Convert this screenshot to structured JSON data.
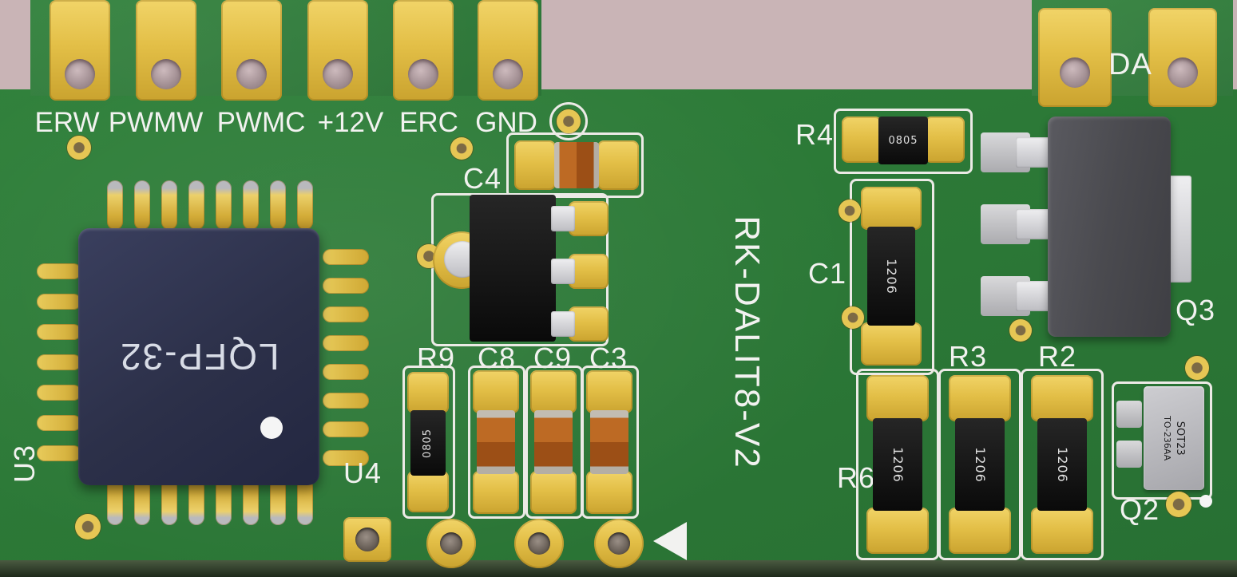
{
  "board": {
    "model": "RK-DALIT8-V2",
    "connector_labels": [
      "ERW",
      "PWMW",
      "PWMC",
      "+12V",
      "ERC",
      "GND"
    ],
    "aux_connector_label": "DA",
    "components": {
      "u3": {
        "ref": "U3",
        "marking": "LQFP-32"
      },
      "u4": {
        "ref": "U4"
      },
      "c4": {
        "ref": "C4"
      },
      "r9": {
        "ref": "R9",
        "marking": "0805"
      },
      "c8": {
        "ref": "C8"
      },
      "c9": {
        "ref": "C9"
      },
      "c3": {
        "ref": "C3"
      },
      "r4": {
        "ref": "R4",
        "marking": "0805"
      },
      "c1": {
        "ref": "C1",
        "marking": "1206"
      },
      "q3": {
        "ref": "Q3"
      },
      "r3": {
        "ref": "R3",
        "marking": "1206"
      },
      "r2": {
        "ref": "R2",
        "marking": "1206"
      },
      "r6": {
        "ref": "R6",
        "marking": "1206"
      },
      "q2": {
        "ref": "Q2",
        "marking_line1": "SOT23",
        "marking_line2": "TO-236AA"
      }
    },
    "colors": {
      "background": "#c9b4b6",
      "solder_mask": "#2d7b38",
      "pad_gold": "#e2bf4a",
      "silkscreen": "#f2f2f0",
      "ic_body": "#2e3250",
      "smd_black": "#0d0d0d",
      "capacitor_orange": "#b55f1f",
      "metal_silver": "#d6d6d8",
      "transistor_gray": "#515156"
    }
  }
}
